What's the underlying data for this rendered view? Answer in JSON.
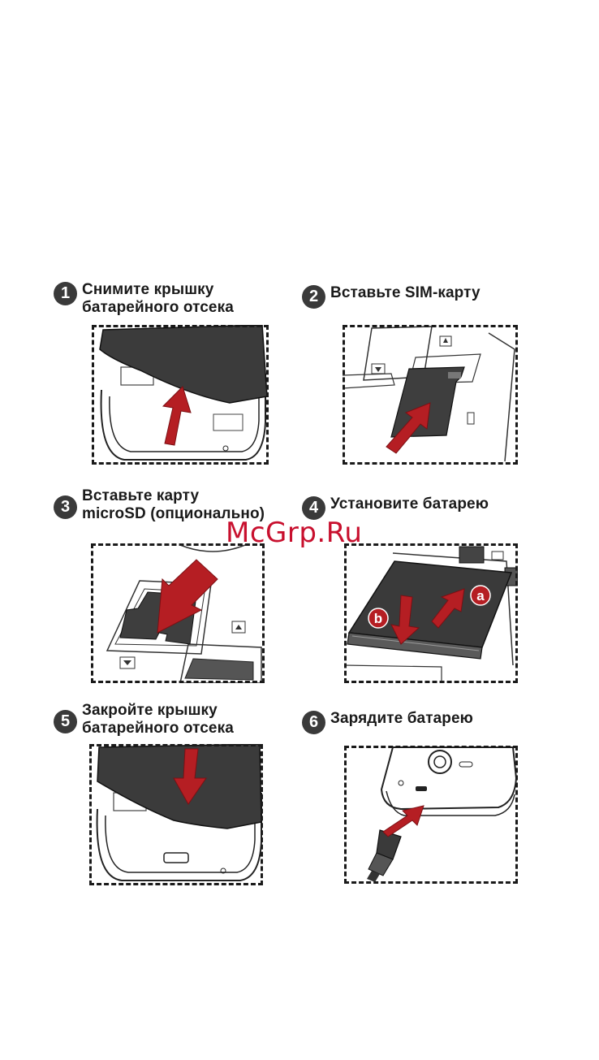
{
  "steps": [
    {
      "num": "1",
      "lines": [
        "Снимите крышку",
        "батарейного отсека"
      ],
      "illustration": "cover-remove"
    },
    {
      "num": "2",
      "lines": [
        "Вставьте SIM-карту"
      ],
      "illustration": "sim-insert"
    },
    {
      "num": "3",
      "lines": [
        "Вставьте карту",
        "microSD (опционально)"
      ],
      "illustration": "microsd-insert"
    },
    {
      "num": "4",
      "lines": [
        "Установите батарею"
      ],
      "illustration": "battery-install"
    },
    {
      "num": "5",
      "lines": [
        "Закройте крышку",
        "батарейного отсека"
      ],
      "illustration": "cover-close"
    },
    {
      "num": "6",
      "lines": [
        "Зарядите батарею"
      ],
      "illustration": "battery-charge"
    }
  ],
  "battery_labels": {
    "a": "a",
    "b": "b"
  },
  "watermark": "McGrp.Ru",
  "colors": {
    "arrow": "#b51e23",
    "arrow_dark": "#7a1014",
    "text": "#1a1a1a",
    "badge": "#3a3a3a",
    "watermark": "#c8102e"
  }
}
